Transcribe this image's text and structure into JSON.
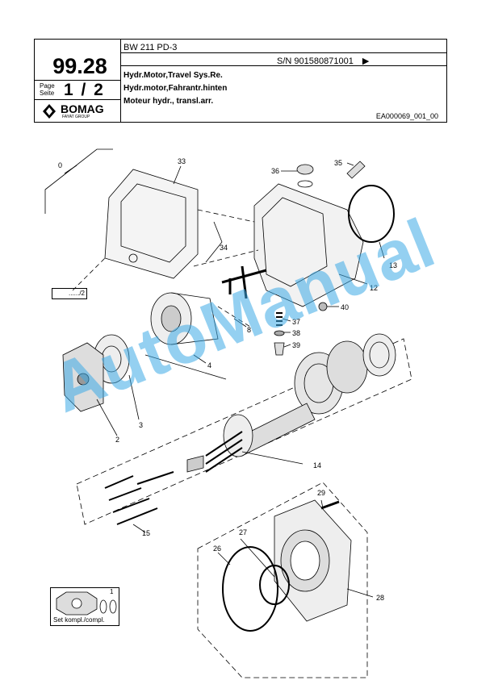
{
  "header": {
    "model": "BW 211 PD-3",
    "serial": "S/N 901580871001",
    "serial_arrow": "▶",
    "section": "99.28",
    "page_label_1": "Page",
    "page_label_2": "Seite",
    "page_value": "1 / 2",
    "title_en": "Hydr.Motor,Travel Sys.Re.",
    "title_de": "Hydr.motor,Fahrantr.hinten",
    "title_fr": "Moteur hydr., transl.arr.",
    "doc_id": "EA000069_001_00",
    "brand": "BOMAG",
    "brand_sub": "FAYAT GROUP"
  },
  "diagram": {
    "reference_box": "....../2",
    "kit_label": "Set kompl./compl.",
    "kit_number": "1",
    "callouts": [
      "0",
      "33",
      "36",
      "35",
      "34",
      "13",
      "12",
      "40",
      "37",
      "38",
      "39",
      "8",
      "4",
      "3",
      "2",
      "14",
      "29",
      "15",
      "27",
      "26",
      "28"
    ]
  },
  "watermark": "AutoManual"
}
